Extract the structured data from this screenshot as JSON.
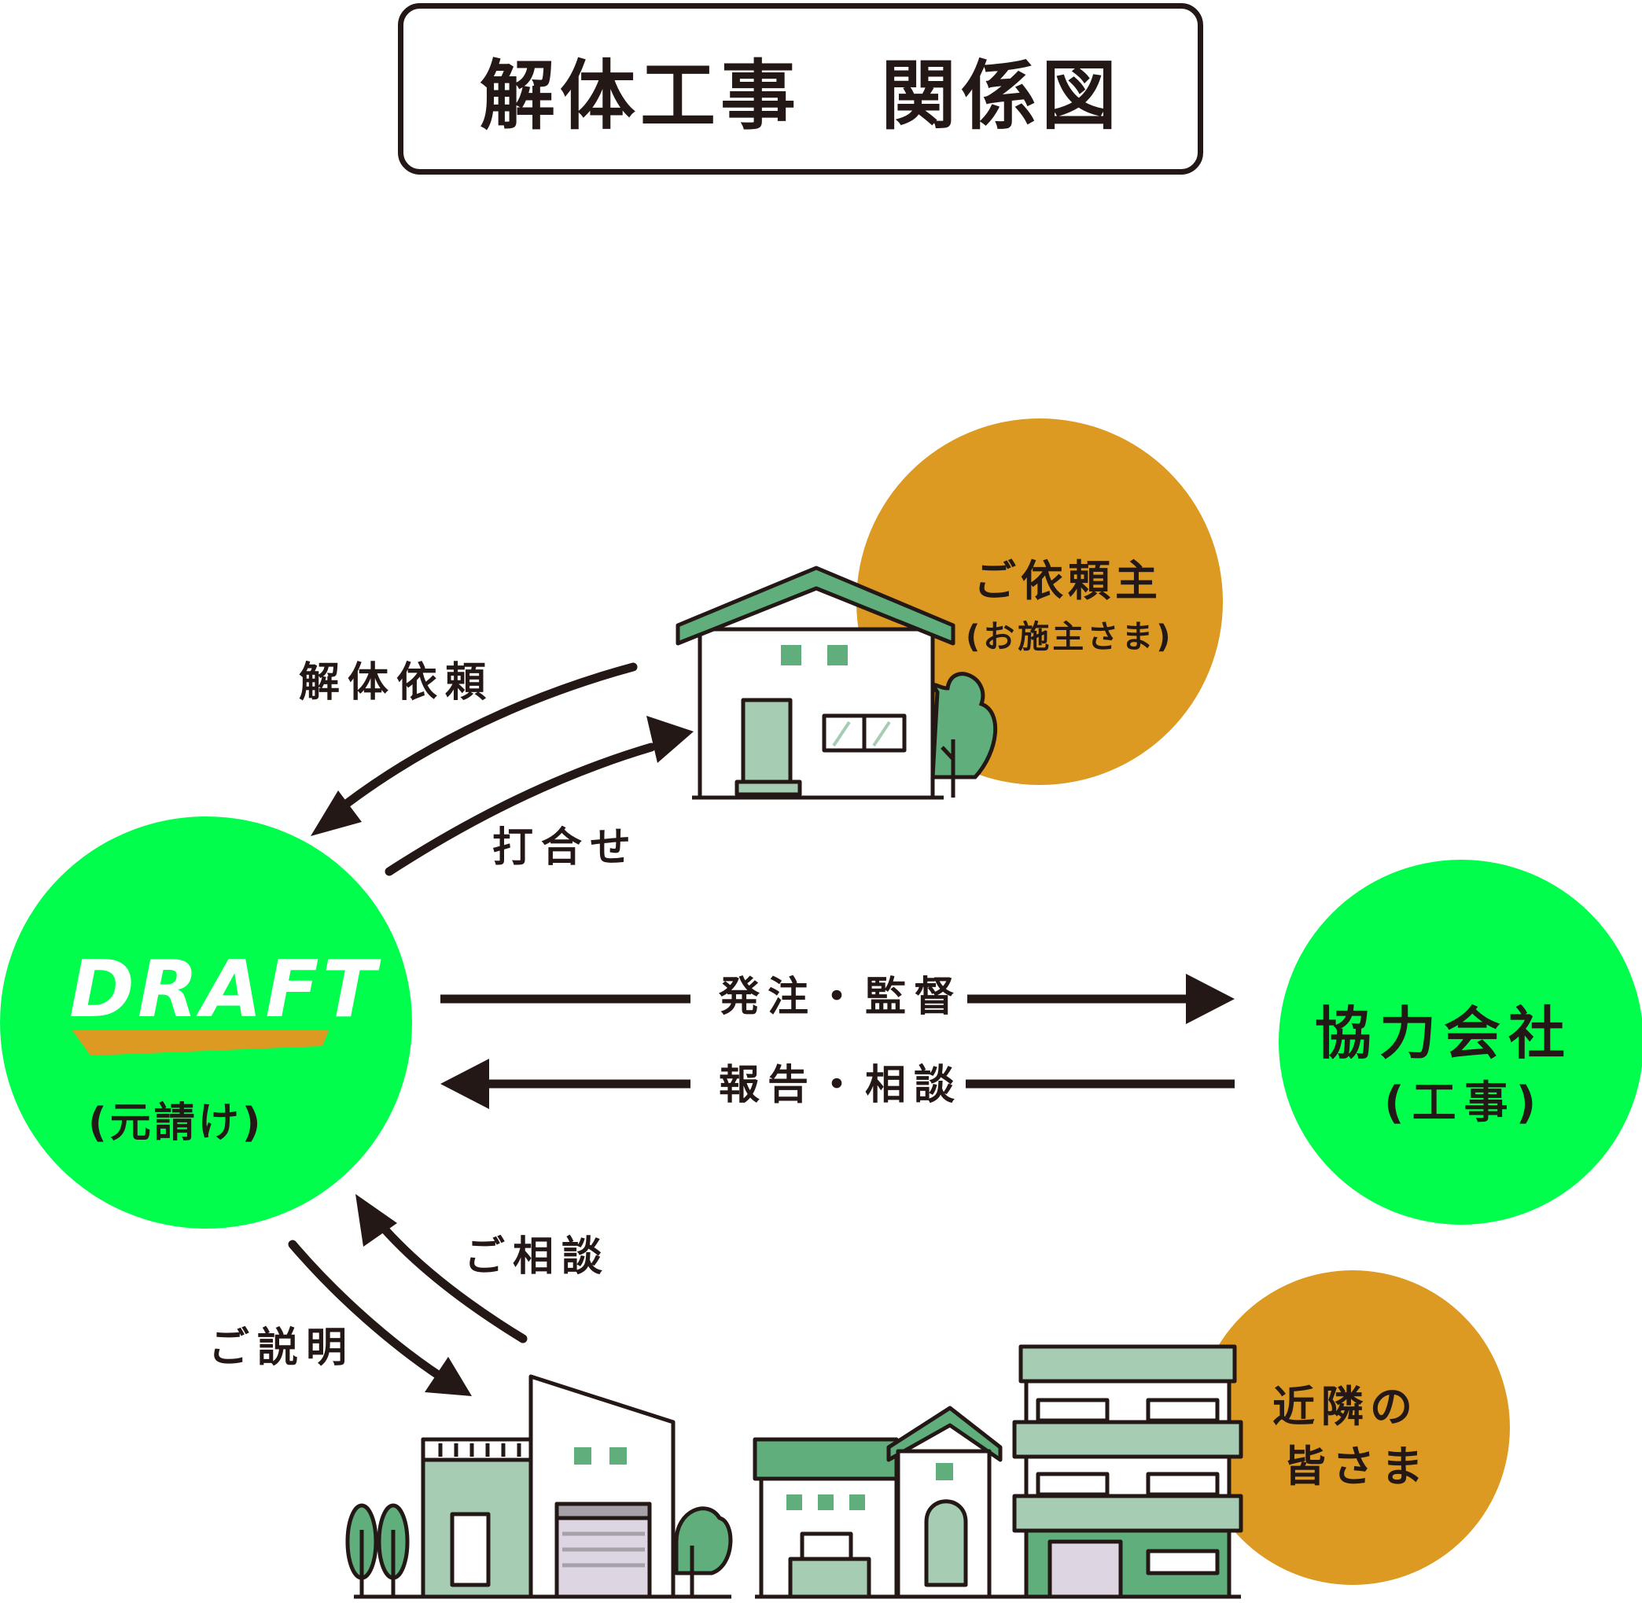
{
  "title": "解体工事　関係図",
  "colors": {
    "green": "#00ff4c",
    "orange": "#dc9a23",
    "house_green": "#5fae7b",
    "house_light": "#a6cdb3",
    "ink": "#231815"
  },
  "nodes": {
    "client": {
      "name": "ご依頼主",
      "sub": "(お施主さま)"
    },
    "draft": {
      "logo": "DRAFT",
      "sub": "(元請け)"
    },
    "partner": {
      "name": "協力会社",
      "sub": "(工事)"
    },
    "neighbors": {
      "line1": "近隣の",
      "line2": "皆さま"
    }
  },
  "edges": {
    "request": "解体依頼",
    "meeting": "打合せ",
    "order": "発注・監督",
    "report": "報告・相談",
    "consult": "ご相談",
    "explain": "ご説明"
  },
  "icons": [
    "house-icon",
    "tree-icon",
    "neighborhood-icon",
    "apartment-icon"
  ]
}
